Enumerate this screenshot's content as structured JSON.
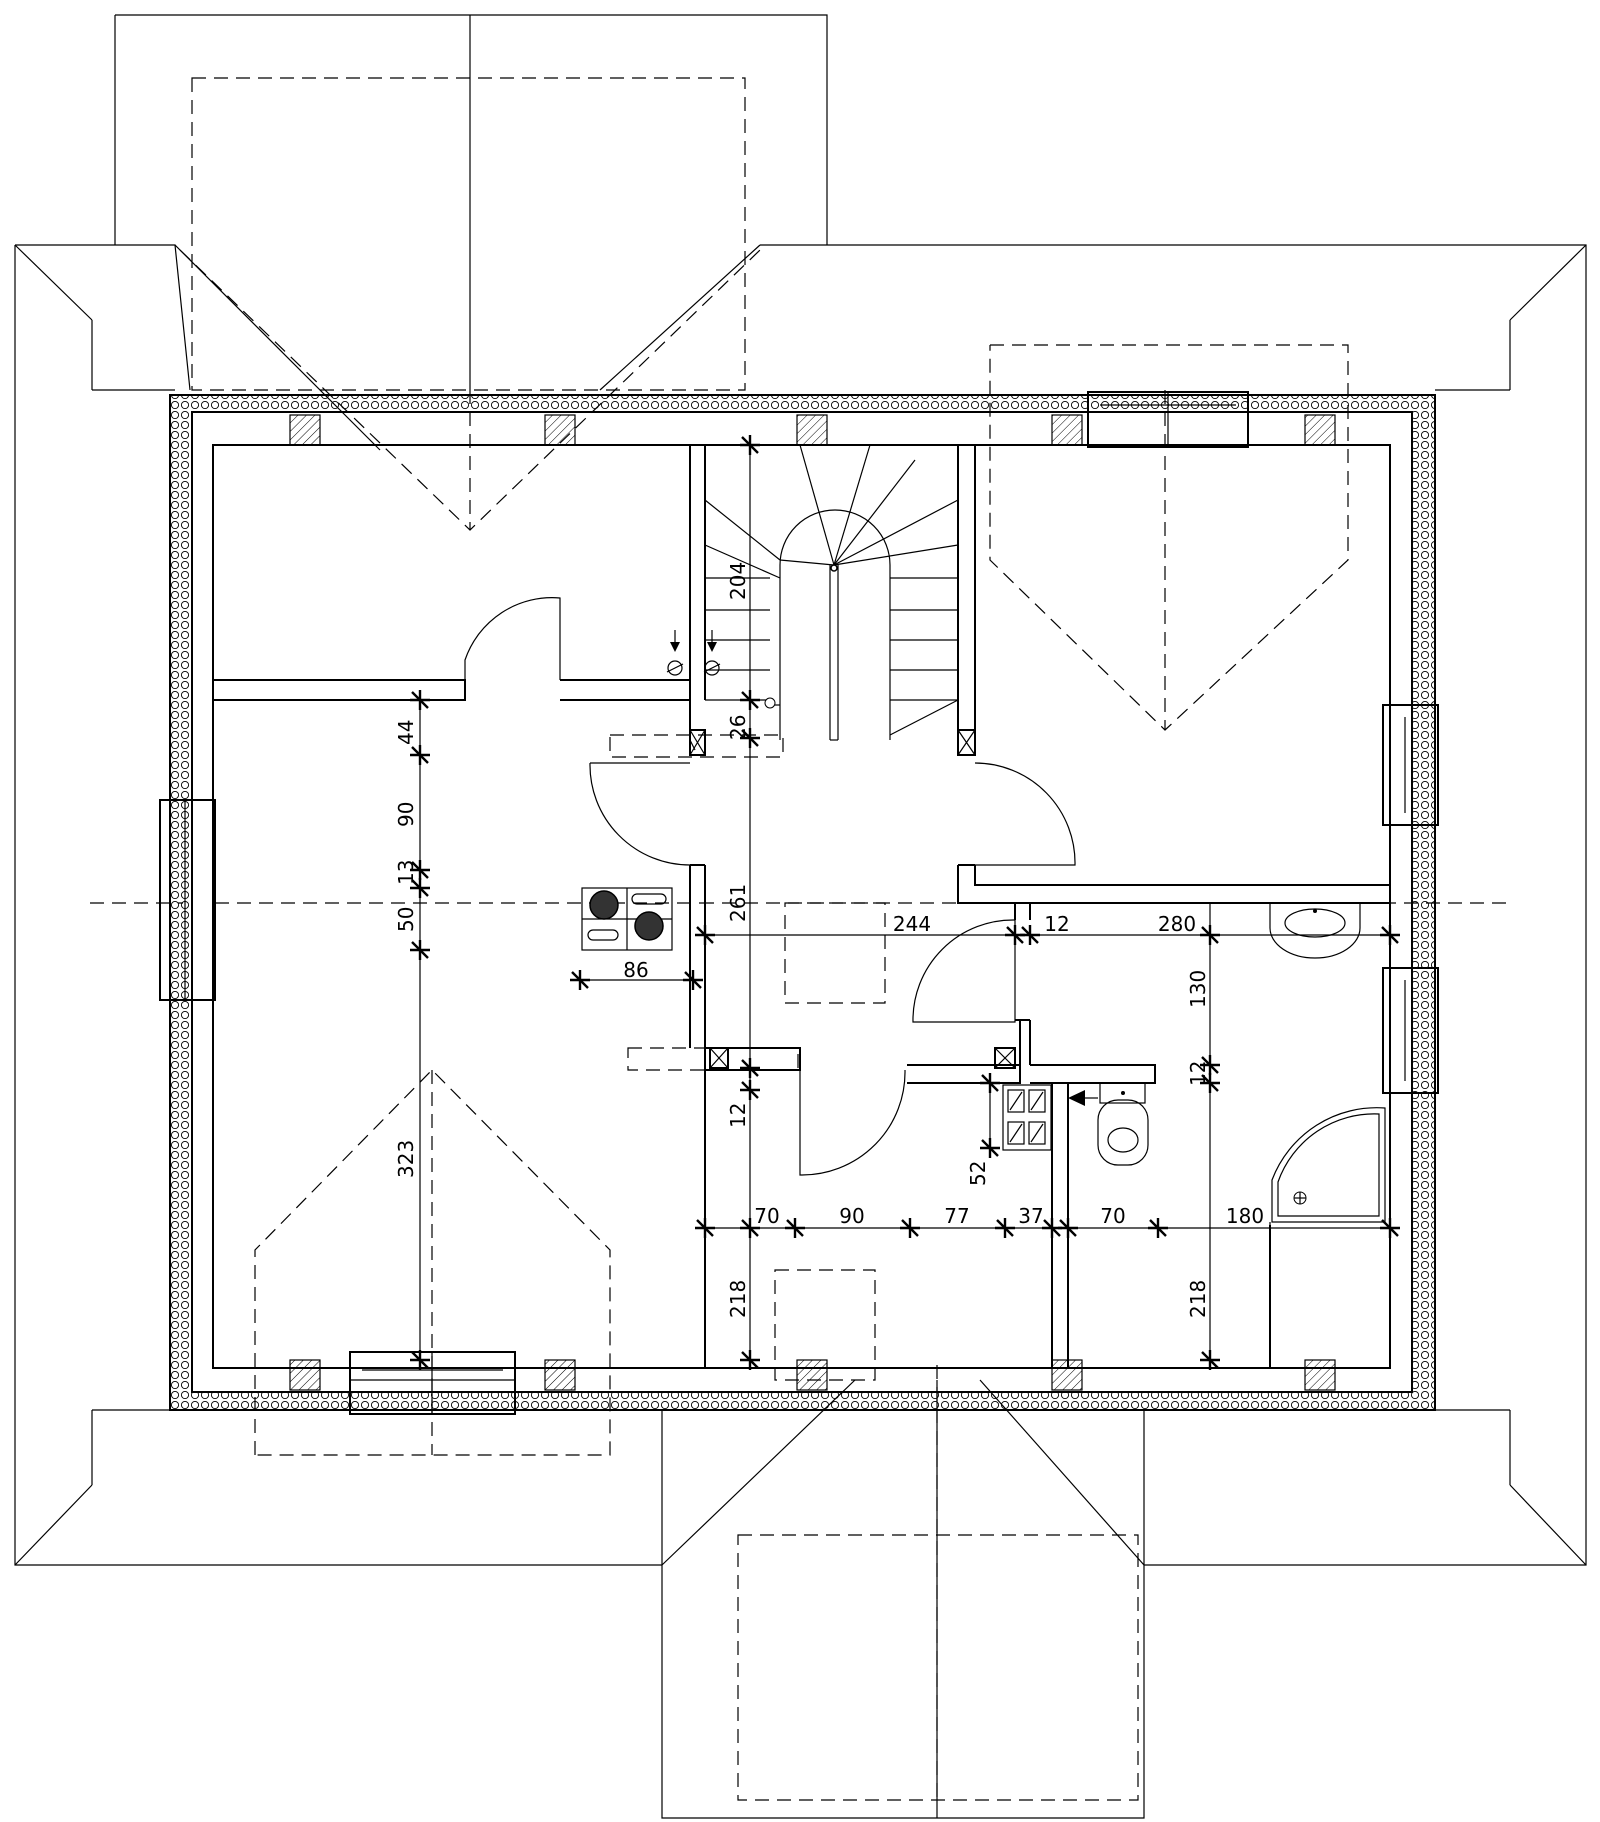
{
  "dimensions": {
    "stair_run": "204",
    "stair_landing": "26",
    "left_44": "44",
    "left_90": "90",
    "left_13": "13",
    "left_50": "50",
    "left_323": "323",
    "kitchen_86": "86",
    "hall_261": "261",
    "hall_244": "244",
    "hall_12a": "12",
    "bath_280": "280",
    "bath_130": "130",
    "bath_12": "12",
    "wc_52": "52",
    "hall_12b": "12",
    "row_70a": "70",
    "row_90": "90",
    "row_77": "77",
    "row_37": "37",
    "row_70b": "70",
    "row_180": "180",
    "room_218a": "218",
    "room_218b": "218"
  },
  "icons": [
    "stove-icon",
    "toilet-icon",
    "washbasin-icon",
    "shower-tray-icon",
    "gas-meter-icon",
    "chimney-flue-icon",
    "window-icon",
    "door-swing-icon",
    "stair-arrow-icon"
  ]
}
